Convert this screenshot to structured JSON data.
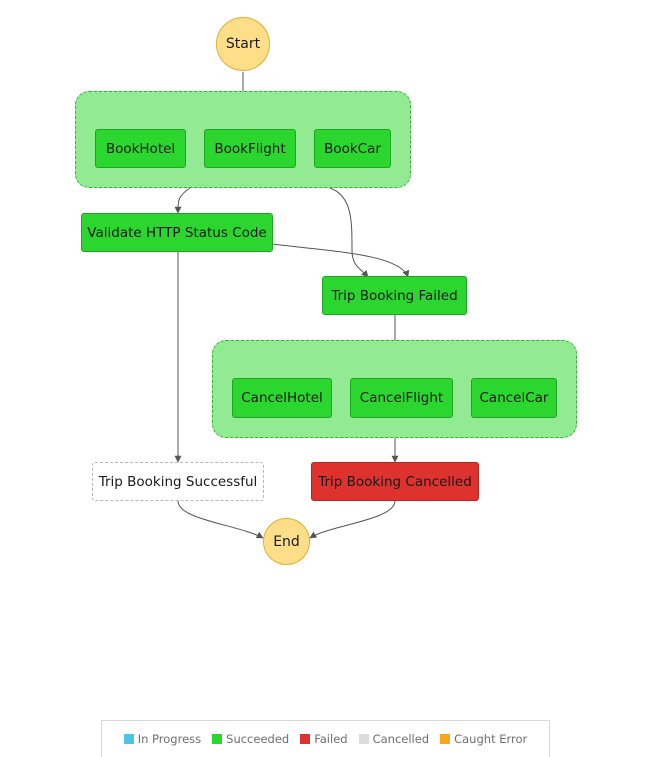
{
  "diagram": {
    "nodes": {
      "start": "Start",
      "book_hotel": "BookHotel",
      "book_flight": "BookFlight",
      "book_car": "BookCar",
      "validate": "Validate HTTP Status Code",
      "trip_failed": "Trip Booking Failed",
      "cancel_hotel": "CancelHotel",
      "cancel_flight": "CancelFlight",
      "cancel_car": "CancelCar",
      "trip_successful": "Trip Booking Successful",
      "trip_cancelled": "Trip Booking Cancelled",
      "end": "End"
    },
    "node_status": {
      "book_hotel": "succeeded",
      "book_flight": "succeeded",
      "book_car": "succeeded",
      "validate": "succeeded",
      "trip_failed": "succeeded",
      "cancel_hotel": "succeeded",
      "cancel_flight": "succeeded",
      "cancel_car": "succeeded",
      "trip_successful": "cancelled",
      "trip_cancelled": "failed"
    },
    "edges": [
      [
        "start",
        "booking_parallel"
      ],
      [
        "booking_parallel",
        "validate"
      ],
      [
        "booking_parallel",
        "trip_failed"
      ],
      [
        "validate",
        "trip_failed"
      ],
      [
        "validate",
        "trip_successful"
      ],
      [
        "trip_failed",
        "cancel_parallel"
      ],
      [
        "cancel_parallel",
        "trip_cancelled"
      ],
      [
        "trip_successful",
        "end"
      ],
      [
        "trip_cancelled",
        "end"
      ]
    ]
  },
  "legend": [
    {
      "label": "In Progress",
      "color": "#4ec3e6"
    },
    {
      "label": "Succeeded",
      "color": "#2bd62e"
    },
    {
      "label": "Failed",
      "color": "#de322f"
    },
    {
      "label": "Cancelled",
      "color": "#dcdcdc"
    },
    {
      "label": "Caught Error",
      "color": "#f7a51c"
    }
  ],
  "colors": {
    "succeeded": "#2bd62e",
    "failed": "#de322f",
    "parallel_group": "#92ea92",
    "terminal": "#ffde8a",
    "edge": "#555555"
  }
}
